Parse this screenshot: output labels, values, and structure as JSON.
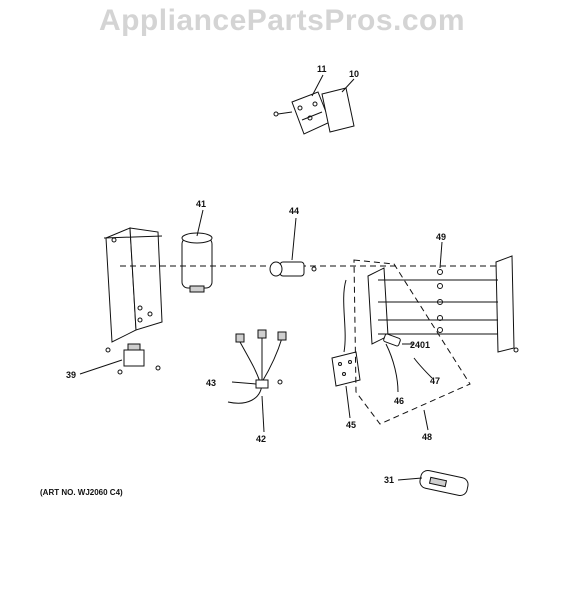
{
  "watermark": "AppliancePartsPros.com",
  "art_number": "(ART NO. WJ2060 C4)",
  "callouts": {
    "c11": "11",
    "c10": "10",
    "c41": "41",
    "c44": "44",
    "c49": "49",
    "c39": "39",
    "c43": "43",
    "c42": "42",
    "c2401": "2401",
    "c47": "47",
    "c46": "46",
    "c45": "45",
    "c48": "48",
    "c31": "31"
  }
}
